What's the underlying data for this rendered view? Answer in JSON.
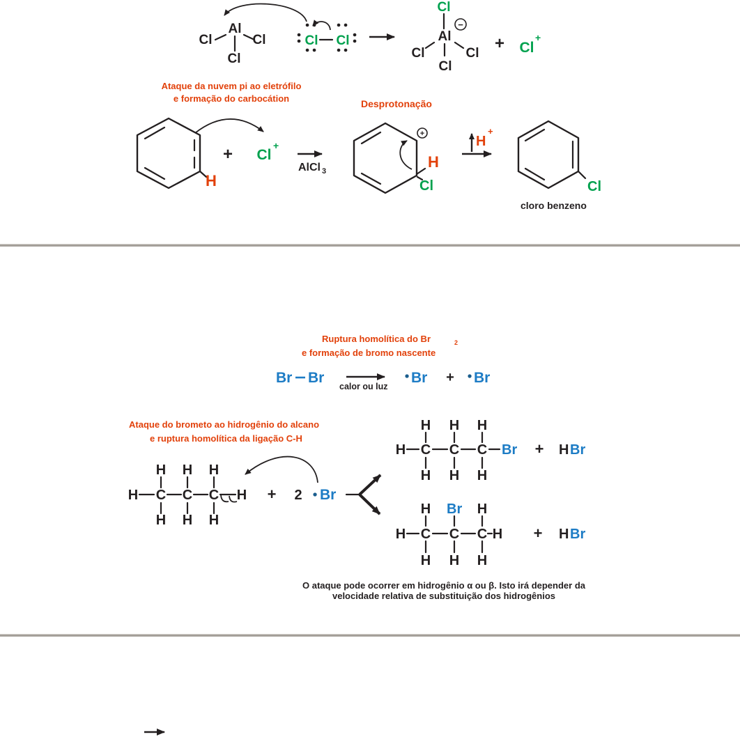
{
  "colors": {
    "green": "#00a14e",
    "red": "#e2410b",
    "blue": "#1d7cc5",
    "ink": "#231f20",
    "dot": "#1b5e8e",
    "divider": "#a5a09a",
    "divider_light": "#d9d6d1"
  },
  "atoms": {
    "H": "H",
    "C": "C",
    "Al": "Al",
    "Cl": "Cl",
    "Br": "Br"
  },
  "symbols": {
    "plus": "+",
    "minus": "−",
    "sub_three": "3",
    "sub_two": "2",
    "coeff_two": "2"
  },
  "section1": {
    "caption_attack": {
      "line1": "Ataque da nuvem pi ao eletrófilo",
      "line2": "e formação do carbocátion"
    },
    "caption_deprotonation": "Desprotonação",
    "catalyst_label": "AlCl",
    "product_name": "cloro benzeno"
  },
  "section2": {
    "caption_rupture": {
      "line1": "Ruptura homolítica do Br",
      "line2": "e formação de bromo nascente"
    },
    "arrow_condition": "calor ou luz",
    "caption_attack": {
      "line1": "Ataque do brometo ao hidrogênio do alcano",
      "line2": "e ruptura homolítica da ligação C-H"
    },
    "note": {
      "line1": "O ataque pode ocorrer em hidrogênio α ou β. Isto irá depender da",
      "line2": "velocidade relativa de substituição dos hidrogênios"
    }
  }
}
